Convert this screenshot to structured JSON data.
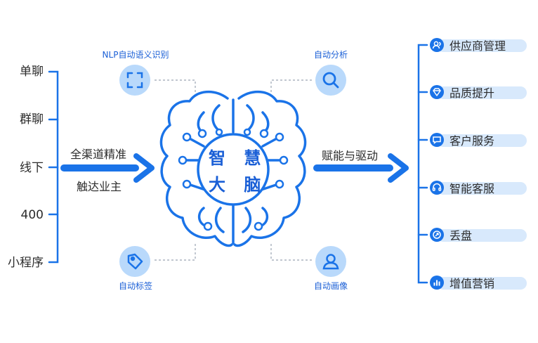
{
  "channels": [
    "单聊",
    "群聊",
    "线下",
    "400",
    "小程序"
  ],
  "left_arrow_text": [
    "全渠道精准",
    "触达业主"
  ],
  "features": {
    "nlp": "NLP自动语义识别",
    "analysis": "自动分析",
    "tagging": "自动标签",
    "profile": "自动画像"
  },
  "brain_text": [
    "智 慧",
    "大 脑"
  ],
  "right_arrow_text": "赋能与驱动",
  "services": [
    "供应商管理",
    "品质提升",
    "客户服务",
    "智能客服",
    "丢盘",
    "增值营销"
  ],
  "colors": {
    "primary": "#1a73e8",
    "dark_blue": "#1a5fd6",
    "light_circle": "#b9d9fb",
    "pill": "#d8e9fc"
  }
}
